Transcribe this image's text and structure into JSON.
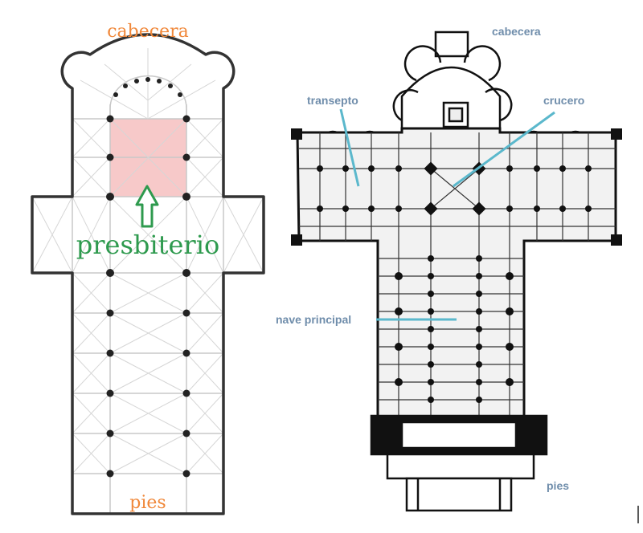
{
  "left_plan": {
    "top_label": "cabecera",
    "bottom_label": "pies",
    "highlight_label": "presbiterio",
    "colors": {
      "orange": "#f0883a",
      "green": "#2e9a4e",
      "highlight": "#f7c9c9",
      "grid": "#c8c8c8",
      "wall": "#333333"
    }
  },
  "right_plan": {
    "labels": {
      "cabecera": "cabecera",
      "transepto": "transepto",
      "crucero": "crucero",
      "nave_principal": "nave principal",
      "pies": "pies"
    },
    "colors": {
      "label": "#6f8dab",
      "leader": "#5bb8cc",
      "ink": "#111111"
    }
  }
}
